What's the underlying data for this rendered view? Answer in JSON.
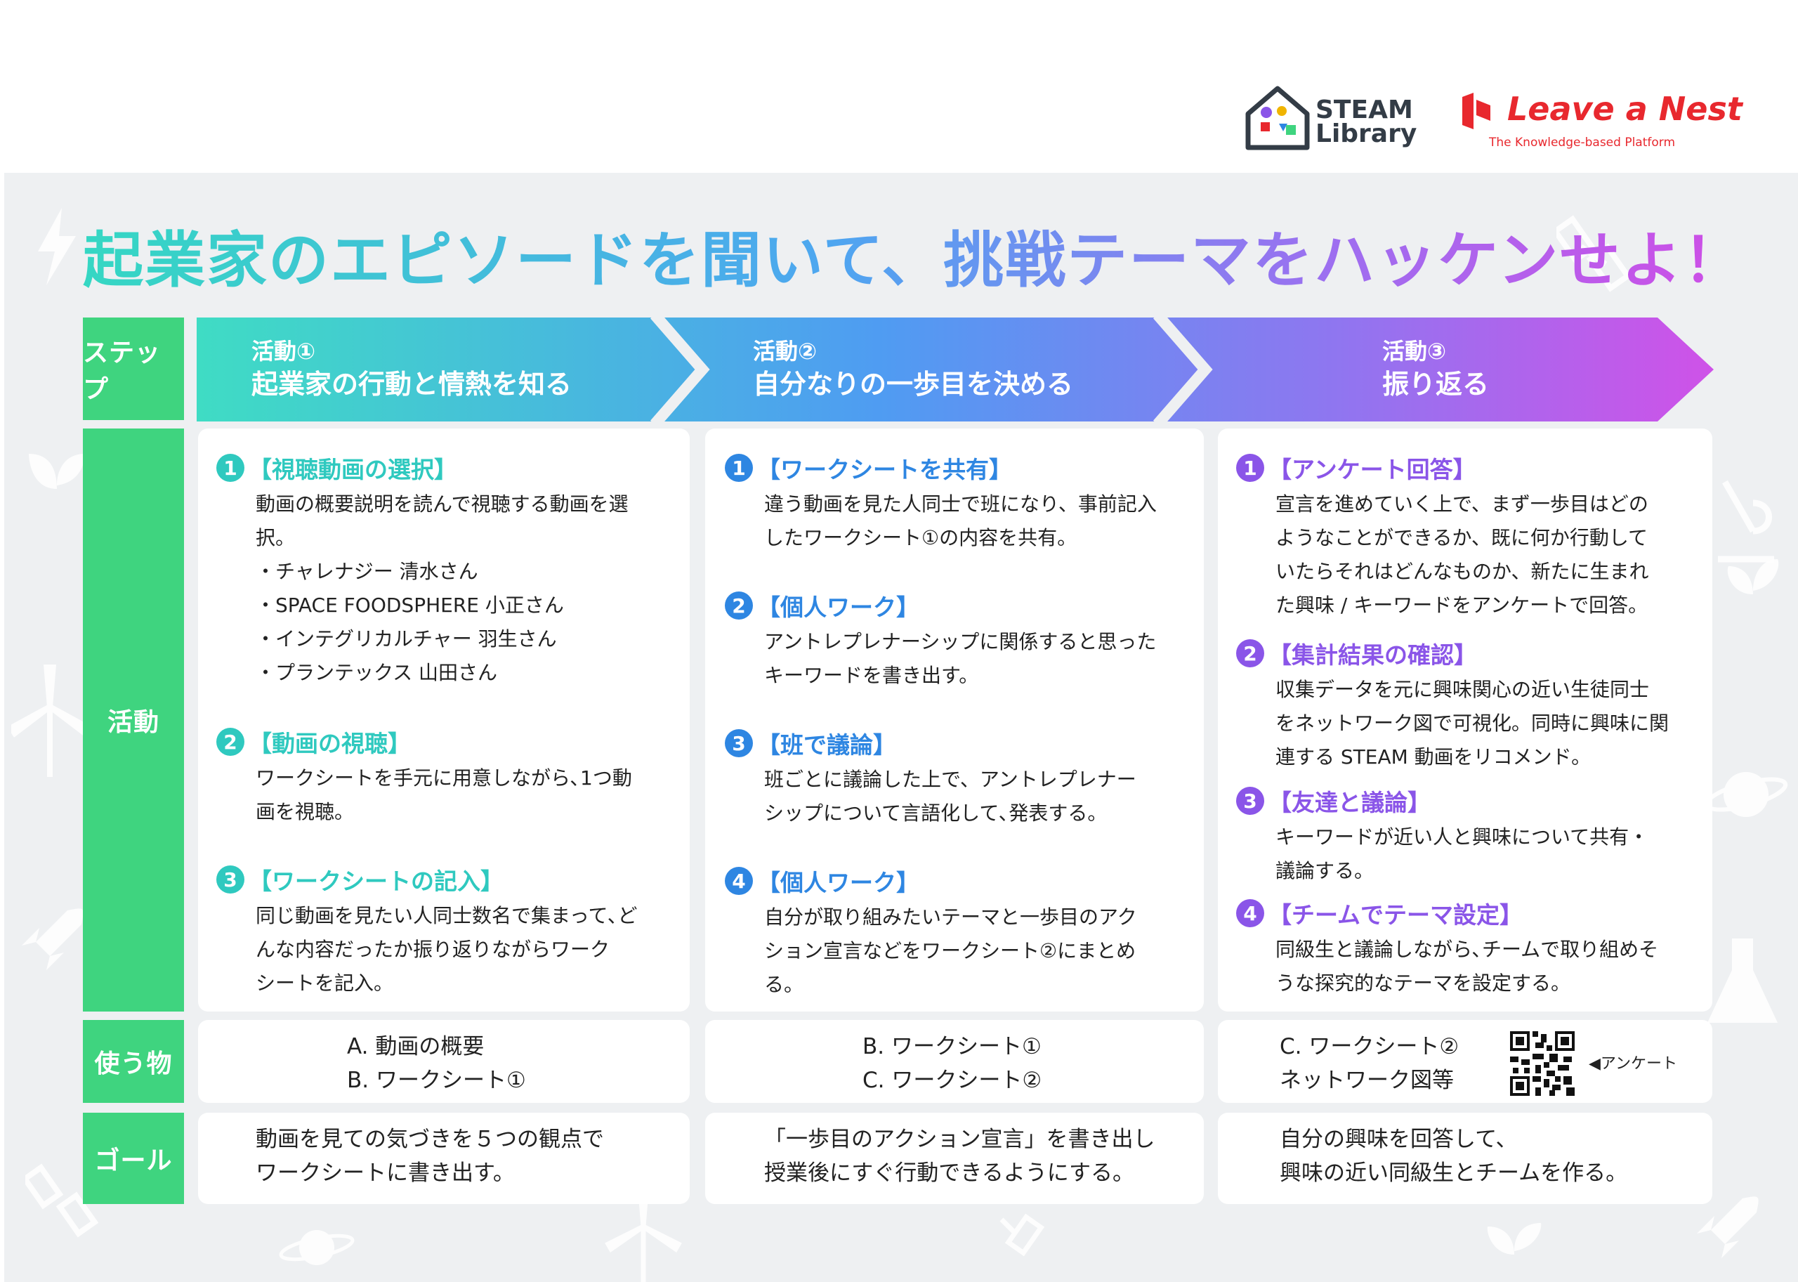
{
  "header": {
    "steam_logo_line1": "STEAM",
    "steam_logo_line2": "Library",
    "lan_name": "Leave a Nest",
    "lan_tagline": "The Knowledge-based Platform"
  },
  "title": "起業家のエピソードを聞いて、挑戦テーマをハッケンせよ！",
  "row_labels": {
    "step": "ステップ",
    "activity": "活動",
    "materials": "使う物",
    "goal": "ゴール"
  },
  "colors": {
    "teal": "#2fc9bf",
    "blue": "#2e86e2",
    "purple": "#8a55e8",
    "green": "#3fd47f"
  },
  "steps": [
    {
      "number": "活動①",
      "title": "起業家の行動と情熱を知る",
      "items": [
        {
          "badge": "1",
          "heading": "【視聴動画の選択】",
          "lines": [
            "動画の概要説明を読んで視聴する動画を選",
            "択。",
            "・チャレナジー 清水さん",
            "・SPACE FOODSPHERE 小正さん",
            "・インテグリカルチャー 羽生さん",
            "・プランテックス 山田さん"
          ]
        },
        {
          "badge": "2",
          "heading": "【動画の視聴】",
          "lines": [
            "ワークシートを手元に用意しながら､1つ動",
            "画を視聴。"
          ]
        },
        {
          "badge": "3",
          "heading": "【ワークシートの記入】",
          "lines": [
            "同じ動画を見たい人同士数名で集まって､ど",
            "んな内容だったか振り返りながらワーク",
            "シートを記入。"
          ]
        }
      ],
      "materials": [
        "A. 動画の概要",
        "B. ワークシート①"
      ],
      "goal": [
        "動画を見ての気づきを５つの観点で",
        "ワークシートに書き出す。"
      ]
    },
    {
      "number": "活動②",
      "title": "自分なりの一歩目を決める",
      "items": [
        {
          "badge": "1",
          "heading": "【ワークシートを共有】",
          "lines": [
            "違う動画を見た人同士で班になり、事前記入",
            "したワークシート①の内容を共有。"
          ]
        },
        {
          "badge": "2",
          "heading": "【個人ワーク】",
          "lines": [
            "アントレプレナーシップに関係すると思った",
            "キーワードを書き出す。"
          ]
        },
        {
          "badge": "3",
          "heading": "【班で議論】",
          "lines": [
            "班ごとに議論した上で、アントレプレナー",
            "シップについて言語化して､発表する。"
          ]
        },
        {
          "badge": "4",
          "heading": "【個人ワーク】",
          "lines": [
            "自分が取り組みたいテーマと一歩目のアク",
            "ション宣言などをワークシート②にまとめ",
            "る。"
          ]
        }
      ],
      "materials": [
        "B. ワークシート①",
        "C. ワークシート②"
      ],
      "goal": [
        "「一歩目のアクション宣言」を書き出し",
        "授業後にすぐ行動できるようにする。"
      ]
    },
    {
      "number": "活動③",
      "title": "振り返る",
      "items": [
        {
          "badge": "1",
          "heading": "【アンケート回答】",
          "lines": [
            "宣言を進めていく上で、まず一歩目はどの",
            "ようなことができるか、既に何か行動して",
            "いたらそれはどんなものか、新たに生まれ",
            "た興味 / キーワードをアンケートで回答。"
          ]
        },
        {
          "badge": "2",
          "heading": "【集計結果の確認】",
          "lines": [
            "収集データを元に興味関心の近い生徒同士",
            "をネットワーク図で可視化。同時に興味に関",
            "連する STEAM 動画をリコメンド。"
          ]
        },
        {
          "badge": "3",
          "heading": "【友達と議論】",
          "lines": [
            "キーワードが近い人と興味について共有・",
            "議論する。"
          ]
        },
        {
          "badge": "4",
          "heading": "【チームでテーマ設定】",
          "lines": [
            "同級生と議論しながら､チームで取り組めそ",
            "うな探究的なテーマを設定する。"
          ]
        }
      ],
      "materials": [
        "C. ワークシート②",
        "ネットワーク図等"
      ],
      "qr_label": "◀アンケート",
      "goal": [
        "自分の興味を回答して、",
        "興味の近い同級生とチームを作る。"
      ]
    }
  ]
}
